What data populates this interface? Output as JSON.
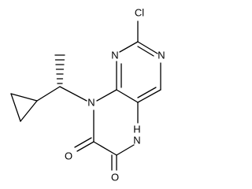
{
  "structure": {
    "atom_labels": {
      "cl": "Cl",
      "n1": "N",
      "n3": "N",
      "n8": "N",
      "nh": "H",
      "n5": "N",
      "o1": "O",
      "o2": "O"
    }
  }
}
